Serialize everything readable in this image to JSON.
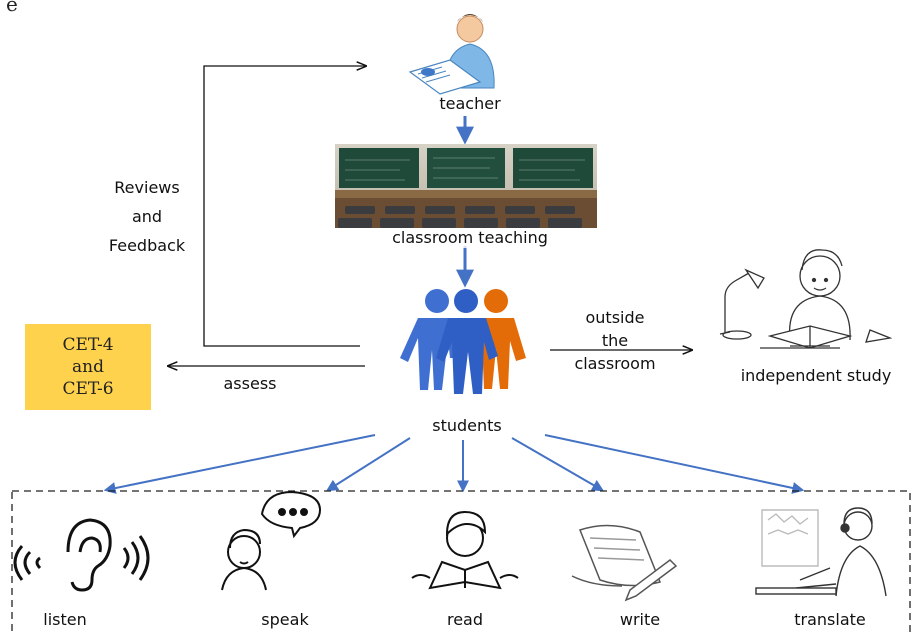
{
  "top_fragment": "e",
  "teacher_label": "teacher",
  "classroom_label": "classroom teaching",
  "feedback_label": [
    "Reviews",
    "and",
    "Feedback"
  ],
  "students_label": "students",
  "outside_label": [
    "outside",
    "the",
    "classroom"
  ],
  "independent_label": "independent study",
  "assess_label": "assess",
  "cet_label": [
    "CET-4",
    "and",
    "CET-6"
  ],
  "skills": [
    {
      "label": "listen",
      "icon": "ear-icon"
    },
    {
      "label": "speak",
      "icon": "speaking-person-icon"
    },
    {
      "label": "read",
      "icon": "reading-child-icon"
    },
    {
      "label": "write",
      "icon": "writing-paper-icon"
    },
    {
      "label": "translate",
      "icon": "interpreter-icon"
    }
  ],
  "colors": {
    "arrow_blue": "#4472c4",
    "student_blue": "#3f6fd0",
    "student_orange": "#e36c09",
    "cet_fill": "#ffd24d"
  }
}
